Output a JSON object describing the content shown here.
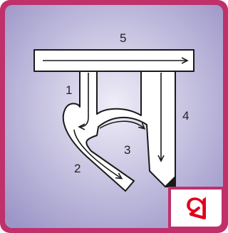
{
  "colors": {
    "frame": "#c0306a",
    "background_center": "#efeef8",
    "background_edge": "#9c95c8",
    "glyph_fill": "#ffffff",
    "glyph_stroke": "#1a1a1a",
    "corner_letter": "#e1001a"
  },
  "letter": "स",
  "corner_letter": "ସ",
  "strokes": [
    {
      "order": "1",
      "icon": "stroke-1-arrow-icon"
    },
    {
      "order": "2",
      "icon": "stroke-2-arrow-icon"
    },
    {
      "order": "3",
      "icon": "stroke-3-arrow-icon"
    },
    {
      "order": "4",
      "icon": "stroke-4-arrow-icon"
    },
    {
      "order": "5",
      "icon": "stroke-5-arrow-icon"
    }
  ]
}
